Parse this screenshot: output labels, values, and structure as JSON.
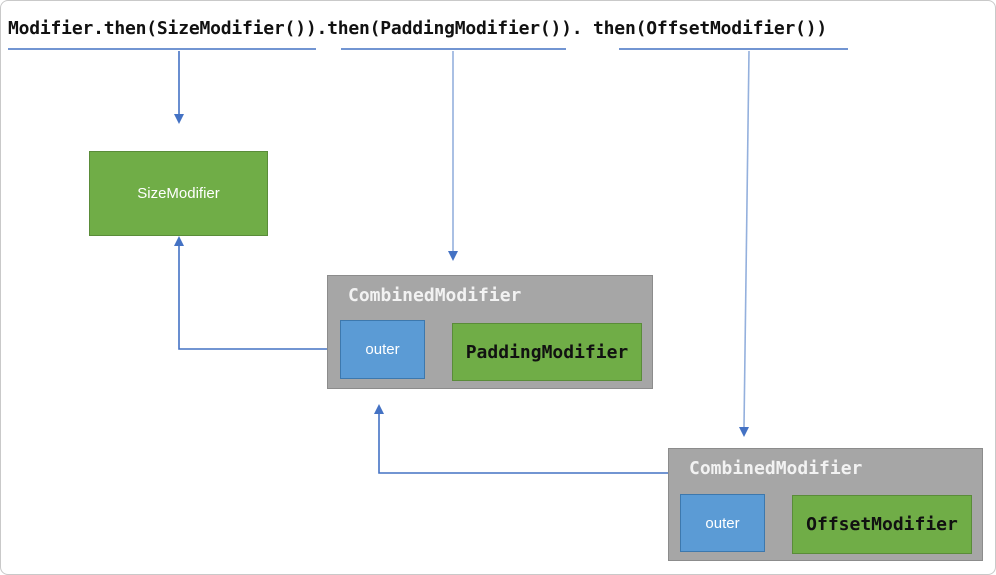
{
  "header": {
    "code": "Modifier.then(SizeModifier()).then(PaddingModifier()). then(OffsetModifier())"
  },
  "nodes": {
    "size_modifier": {
      "label": "SizeModifier"
    },
    "combined_1": {
      "title": "CombinedModifier",
      "outer_label": "outer",
      "inner_label": "PaddingModifier"
    },
    "combined_2": {
      "title": "CombinedModifier",
      "outer_label": "outer",
      "inner_label": "OffsetModifier"
    }
  },
  "colors": {
    "node_green": "#70AD47",
    "node_green_border": "#5a8c39",
    "node_blue": "#5B9BD5",
    "node_blue_border": "#3d78ad",
    "node_gray": "#A6A6A6",
    "node_gray_border": "#8c8c8c",
    "connector": "#4472C4",
    "connector_light": "#94B0DD"
  }
}
